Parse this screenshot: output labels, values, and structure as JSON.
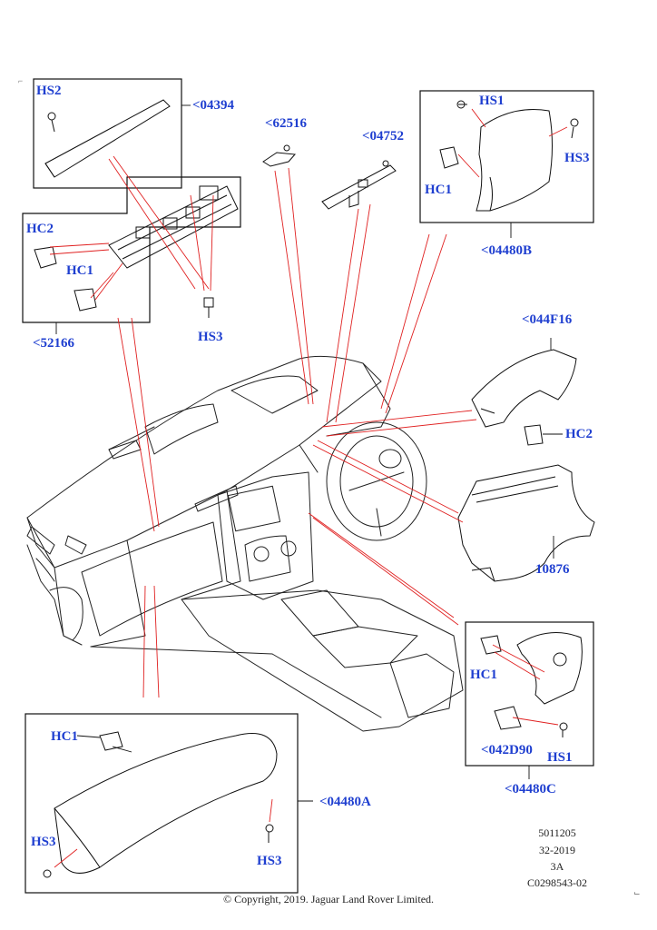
{
  "labels": {
    "hs2_top": "HS2",
    "p04394": "<04394",
    "p62516": "<62516",
    "p04752": "<04752",
    "hs1_top": "HS1",
    "hs3_top_right": "HS3",
    "hc1_top_right": "HC1",
    "p04480b": "<04480B",
    "hc2_left": "HC2",
    "hc1_left": "HC1",
    "hs3_left": "HS3",
    "p52166": "<52166",
    "p044f16": "<044F16",
    "hc2_right": "HC2",
    "p10876": "10876",
    "hc1_br": "HC1",
    "p042d90": "<042D90",
    "hs1_br": "HS1",
    "p04480c": "<04480C",
    "hc1_bl": "HC1",
    "p04480a": "<04480A",
    "hs3_bl_left": "HS3",
    "hs3_bl_right": "HS3"
  },
  "meta": {
    "line1": "5011205",
    "line2": "32-2019",
    "line3": "3A",
    "line4": "C0298543-02"
  },
  "copyright": "© Copyright, 2019. Jaguar Land Rover Limited.",
  "colors": {
    "label": "#1f3fd0",
    "leader": "#e02020",
    "line": "#111111"
  }
}
